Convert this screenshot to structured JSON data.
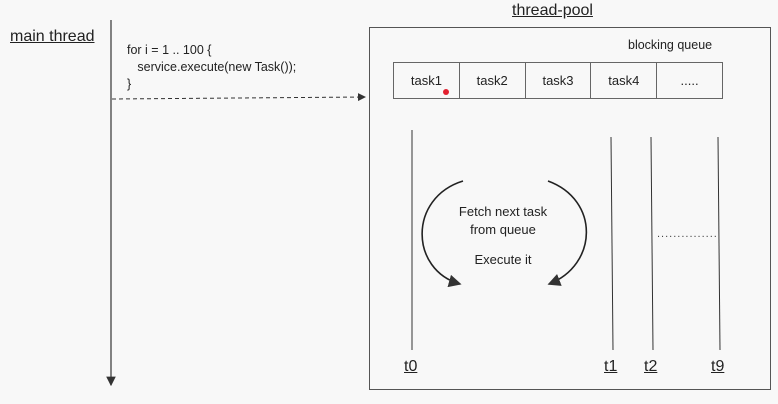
{
  "main_thread": {
    "label": "main thread"
  },
  "code": {
    "line1": "for i = 1 .. 100 {",
    "line2": "   service.execute(new Task());",
    "line3": "}"
  },
  "thread_pool": {
    "title": "thread-pool",
    "queue_label": "blocking queue",
    "queue_cells": [
      "task1",
      "task2",
      "task3",
      "task4",
      "....."
    ],
    "loop_line1": "Fetch next task",
    "loop_line2": "from queue",
    "loop_line3": "Execute it",
    "dots": "...............",
    "threads": [
      "t0",
      "t1",
      "t2",
      "t9"
    ]
  },
  "colors": {
    "marker": "#e3202f"
  }
}
